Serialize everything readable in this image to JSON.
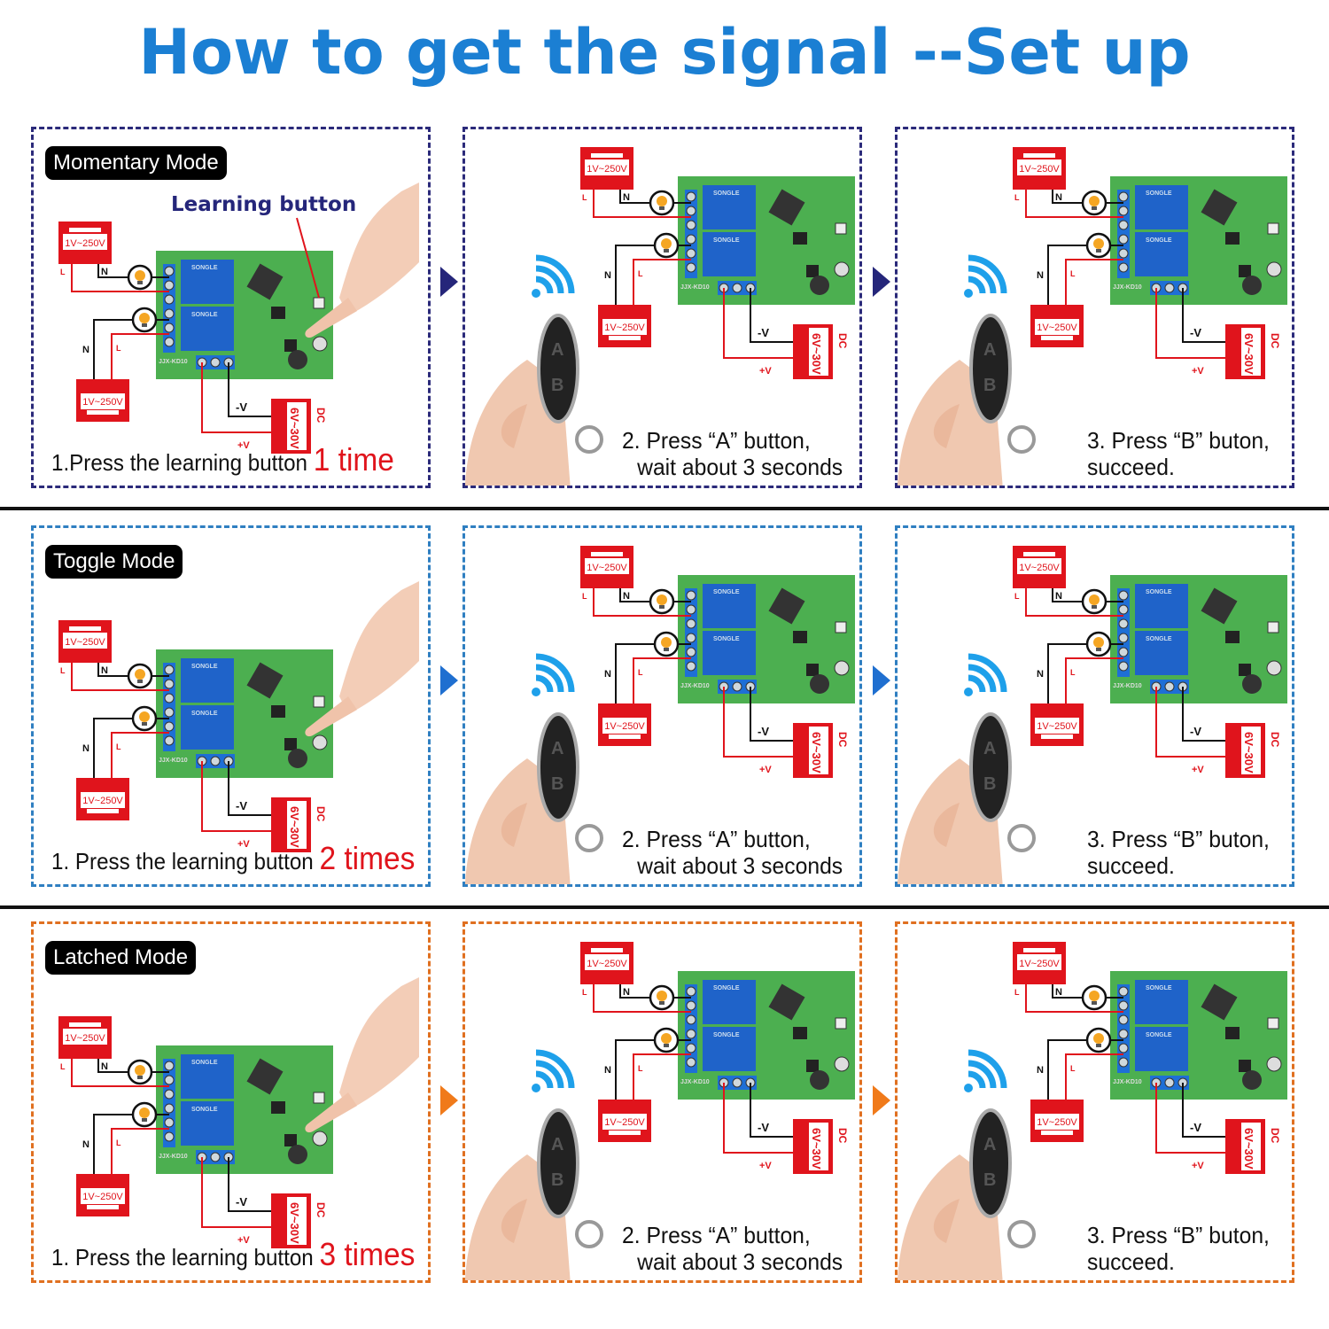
{
  "title": "How to get the signal --Set up",
  "colors": {
    "title": "#1b7fd3",
    "red": "#e0141c",
    "board": "#4caf50",
    "relay": "#1f63c9",
    "terminal": "#1e6fd6",
    "wifi": "#1ea0ea"
  },
  "circuit": {
    "ac_label": "1V~250V",
    "dc_label": "6V~30V",
    "dc_tag": "DC",
    "plus": "+V",
    "minus": "-V",
    "n": "N",
    "l": "L",
    "board_model": "JJX-KD10",
    "relay_brand": "SONGLE"
  },
  "learning_button_label": "Learning button",
  "remote": {
    "button_a": "A",
    "button_b": "B"
  },
  "modes": [
    {
      "label": "Momentary Mode",
      "border": "#2b2a7a",
      "step1_text": "1.Press the learning button ",
      "step1_count": "1 time",
      "step2": [
        "2. Press  “A”  button,",
        "wait about 3 seconds"
      ],
      "step3": [
        "3. Press  “B”  buton,",
        "succeed."
      ]
    },
    {
      "label": "Toggle Mode",
      "border": "#2f7fc1",
      "step1_text": "1. Press the learning button ",
      "step1_count": "2 times",
      "step2": [
        "2. Press  “A”  button,",
        "wait about 3 seconds"
      ],
      "step3": [
        "3. Press  “B”  buton,",
        "succeed."
      ]
    },
    {
      "label": "Latched Mode",
      "border": "#e07020",
      "step1_text": "1. Press the learning button ",
      "step1_count": "3 times",
      "step2": [
        "2. Press  “A”  button,",
        "wait about 3 seconds"
      ],
      "step3": [
        "3. Press  “B”  buton,",
        "succeed."
      ]
    }
  ]
}
